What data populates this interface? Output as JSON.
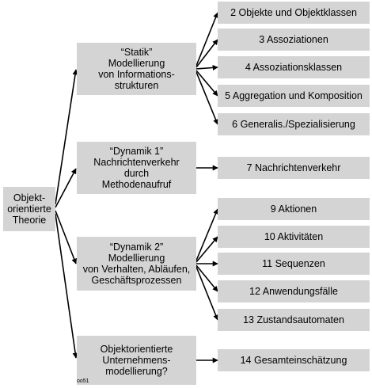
{
  "root": {
    "label": "Objekt-\norientierte\nTheorie"
  },
  "groups": [
    {
      "label": "“Statik”\nModellierung\nvon Informations-\nstrukturen",
      "items": [
        "2 Objekte und Objektklassen",
        "3 Assoziationen",
        "4 Assoziationsklassen",
        "5 Aggregation und Komposition",
        "6 Generalis./Spezialisierung"
      ]
    },
    {
      "label": "“Dynamik 1”\nNachrichtenverkehr\ndurch\nMethodenaufruf",
      "items": [
        "7 Nachrichtenverkehr"
      ]
    },
    {
      "label": "“Dynamik 2”\nModellierung\nvon Verhalten, Abläufen,\nGeschäftsprozessen",
      "items": [
        "9 Aktionen",
        "10 Aktivitäten",
        "11 Sequenzen",
        "12 Anwendungsfälle",
        "13 Zustandsautomaten"
      ]
    },
    {
      "label": "Objektorientierte\nUnternehmens-\nmodellierung?",
      "items": [
        "14 Gesamteinschätzung"
      ]
    }
  ],
  "footer": {
    "code": "oo51"
  }
}
